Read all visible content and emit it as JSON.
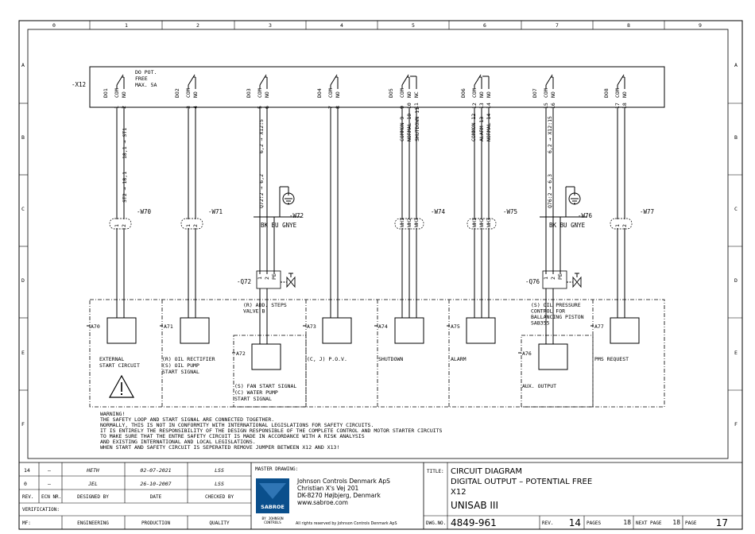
{
  "grid": {
    "columns": [
      "0",
      "1",
      "2",
      "3",
      "4",
      "5",
      "6",
      "7",
      "8",
      "9"
    ],
    "rows": [
      "A",
      "B",
      "C",
      "D",
      "E",
      "F"
    ]
  },
  "terminal_block": {
    "tag": "-X12",
    "note": [
      "DO POT.",
      "FREE",
      "MAX. 5A"
    ]
  },
  "outputs": [
    {
      "id": "DO1",
      "pins": [
        "COM",
        "NO"
      ],
      "terminals": [
        "1",
        "2"
      ]
    },
    {
      "id": "DO2",
      "pins": [
        "COM",
        "NO"
      ],
      "terminals": [
        "3",
        "4"
      ]
    },
    {
      "id": "DO3",
      "pins": [
        "COM",
        "NO"
      ],
      "terminals": [
        "5",
        "6"
      ]
    },
    {
      "id": "DO4",
      "pins": [
        "COM",
        "NO"
      ],
      "terminals": [
        "7",
        "8"
      ]
    },
    {
      "id": "DO5",
      "pins": [
        "COM",
        "NO",
        "NC"
      ],
      "terminals": [
        "9",
        "10",
        "11"
      ]
    },
    {
      "id": "DO6",
      "pins": [
        "COM",
        "NO",
        "NO"
      ],
      "terminals": [
        "12",
        "13",
        "14"
      ]
    },
    {
      "id": "DO7",
      "pins": [
        "COM",
        "NO"
      ],
      "terminals": [
        "15",
        "16"
      ]
    },
    {
      "id": "DO8",
      "pins": [
        "COM",
        "NO"
      ],
      "terminals": [
        "17",
        "18"
      ]
    }
  ],
  "cross_refs": {
    "c1a": "18,1 → ST1",
    "c1b": "ST2 → 18,1",
    "c3a": "6,2 → X12:5",
    "c3b": "Q72:2 → 6,2",
    "c7a": "6,2 → X12:15",
    "c7b": "Q76:2 → 6,3"
  },
  "wire_labels": {
    "c5": [
      "COMMON 9",
      "NORMAL 10",
      "SHUTDOWN 11"
    ],
    "c6": [
      "COMMON 12",
      "ALARM 13",
      "NORMAL 14"
    ]
  },
  "cables": [
    "-W70",
    "-W71",
    "-W72",
    "-W74",
    "-W75",
    "-W76",
    "-W77"
  ],
  "cores": {
    "two": [
      "1",
      "2"
    ],
    "wh": [
      "WH1",
      "WH2",
      "WH3"
    ],
    "colors": "BK BU GNYE"
  },
  "valves": [
    "-Q72",
    "-Q76"
  ],
  "valve_pins": [
    "1",
    "2",
    "PE"
  ],
  "units": [
    {
      "tag": "A70",
      "lines": [
        "EXTERNAL",
        "START CIRCUIT"
      ]
    },
    {
      "tag": "A71",
      "lines": [
        "(R) OIL RECTIFIER",
        "(S) OIL PUMP",
        "START SIGNAL"
      ]
    },
    {
      "tag": "A72",
      "top": [
        "(R) ADD. STEPS",
        "VALVE B"
      ],
      "lines": [
        "(S) FAN START SIGNAL",
        "(C) WATER PUMP",
        "START SIGNAL"
      ]
    },
    {
      "tag": "A73",
      "lines": [
        "(C, J) P.O.V."
      ]
    },
    {
      "tag": "A74",
      "lines": [
        "SHUTDOWN"
      ]
    },
    {
      "tag": "A75",
      "lines": [
        "ALARM"
      ]
    },
    {
      "tag": "A76",
      "top": [
        "(S) OIL PRESSURE",
        "CONTROL FOR",
        "BALLANCING PISTON",
        "SAB355"
      ],
      "lines": [
        "AUX. OUTPUT"
      ]
    },
    {
      "tag": "A77",
      "lines": [
        "PMS REQUEST"
      ]
    }
  ],
  "warning": [
    "WARNING!",
    "THE SAFETY LOOP AND START SIGNAL ARE CONNECTED TOGETHER.",
    "NORMALLY, THIS IS NOT IN CONFORMITY WITH INTERNATIONAL LEGISLATIONS FOR SAFETY CIRCUITS.",
    "IT IS ENTIRELY THE RESPONSIBILITY OF THE DESIGN RESPONSIBLE OF THE COMPLETE CONTROL AND MOTOR STARTER CIRCUITS",
    "TO MAKE SURE THAT THE ENTRE SAFETY CIRCUIT IS MADE IN ACCORDANCE WITH A RISK ANALYSIS",
    "AND EXISTING INTERNATIONAL AND LOCAL LEGISLATIONS.",
    "WHEN START AND SAFETY CIRCUIT IS SEPERATED REMOVE JUMPER BETWEEN X12 AND X13!"
  ],
  "title_block": {
    "revisions": [
      [
        "14",
        "–",
        "HETH",
        "02-07-2021",
        "LSS"
      ],
      [
        "0",
        "–",
        "JEL",
        "26-10-2007",
        "LSS"
      ]
    ],
    "rev_headers": [
      "REV.",
      "ECN NR.",
      "DESIGNED BY",
      "DATE",
      "CHECKED BY"
    ],
    "verification": "VERIFICATION:",
    "footer": [
      "MF:",
      "ENGINEERING",
      "PRODUCTION",
      "QUALITY"
    ],
    "master_drawing": "MASTER DRAWING:",
    "company": [
      "Johnson Controls Denmark ApS",
      "Christian X's Vej 201",
      "DK-8270 Højbjerg, Denmark",
      "www.sabroe.com"
    ],
    "logo": "SABROE",
    "logo_sub": [
      "BY JOHNSON",
      "CONTROLS"
    ],
    "rights": "All rights reserved by Johnson Controls Denmark ApS",
    "title_label": "TITLE:",
    "title_lines": [
      "CIRCUIT DIAGRAM",
      "DIGITAL OUTPUT – POTENTIAL FREE",
      "X12"
    ],
    "product": "UNISAB III",
    "dwg_label": "DWG.NO.",
    "dwg_no": "4849-961",
    "rev_label": "REV.",
    "rev": "14",
    "pages_label": "PAGES",
    "pages": "18",
    "next_page_label": "NEXT PAGE",
    "next_page": "18",
    "page_label": "PAGE",
    "page": "17"
  }
}
